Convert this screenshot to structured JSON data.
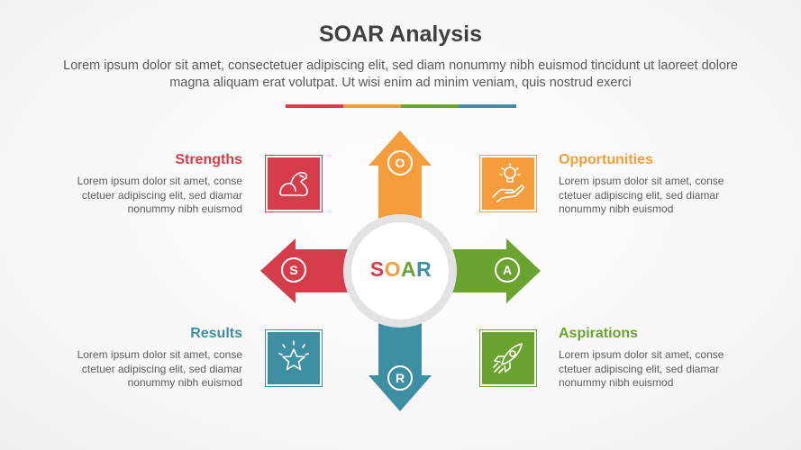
{
  "title": "SOAR Analysis",
  "subtitle": "Lorem ipsum dolor sit amet, consectetuer adipiscing elit, sed diam nonummy nibh euismod tincidunt ut laoreet dolore magna aliquam erat volutpat. Ut wisi enim ad minim veniam, quis nostrud exerci",
  "colors": {
    "strengths": "#d63d4b",
    "opportunities": "#f59d3d",
    "aspirations": "#6aa32f",
    "results": "#3f8fa3",
    "center_ring": "#e3e3e3"
  },
  "center": {
    "letters": [
      "S",
      "O",
      "A",
      "R"
    ]
  },
  "arrows": {
    "strengths": {
      "letter": "S",
      "icon": "bicep-muscle-icon"
    },
    "opportunities": {
      "letter": "O",
      "icon": "hand-lightbulb-icon"
    },
    "aspirations": {
      "letter": "A",
      "icon": "rocket-icon"
    },
    "results": {
      "letter": "R",
      "icon": "star-award-icon"
    }
  },
  "sections": {
    "strengths": {
      "heading": "Strengths",
      "text": "Lorem ipsum dolor sit amet, conse ctetuer adipiscing elit, sed diamar nonummy nibh euismod"
    },
    "opportunities": {
      "heading": "Opportunities",
      "text": "Lorem ipsum dolor sit amet, conse ctetuer adipiscing elit, sed diamar nonummy nibh euismod"
    },
    "results": {
      "heading": "Results",
      "text": "Lorem ipsum dolor sit amet, conse ctetuer adipiscing elit, sed diamar nonummy nibh euismod"
    },
    "aspirations": {
      "heading": "Aspirations",
      "text": "Lorem ipsum dolor sit amet, conse ctetuer adipiscing elit, sed diamar nonummy nibh euismod"
    }
  }
}
